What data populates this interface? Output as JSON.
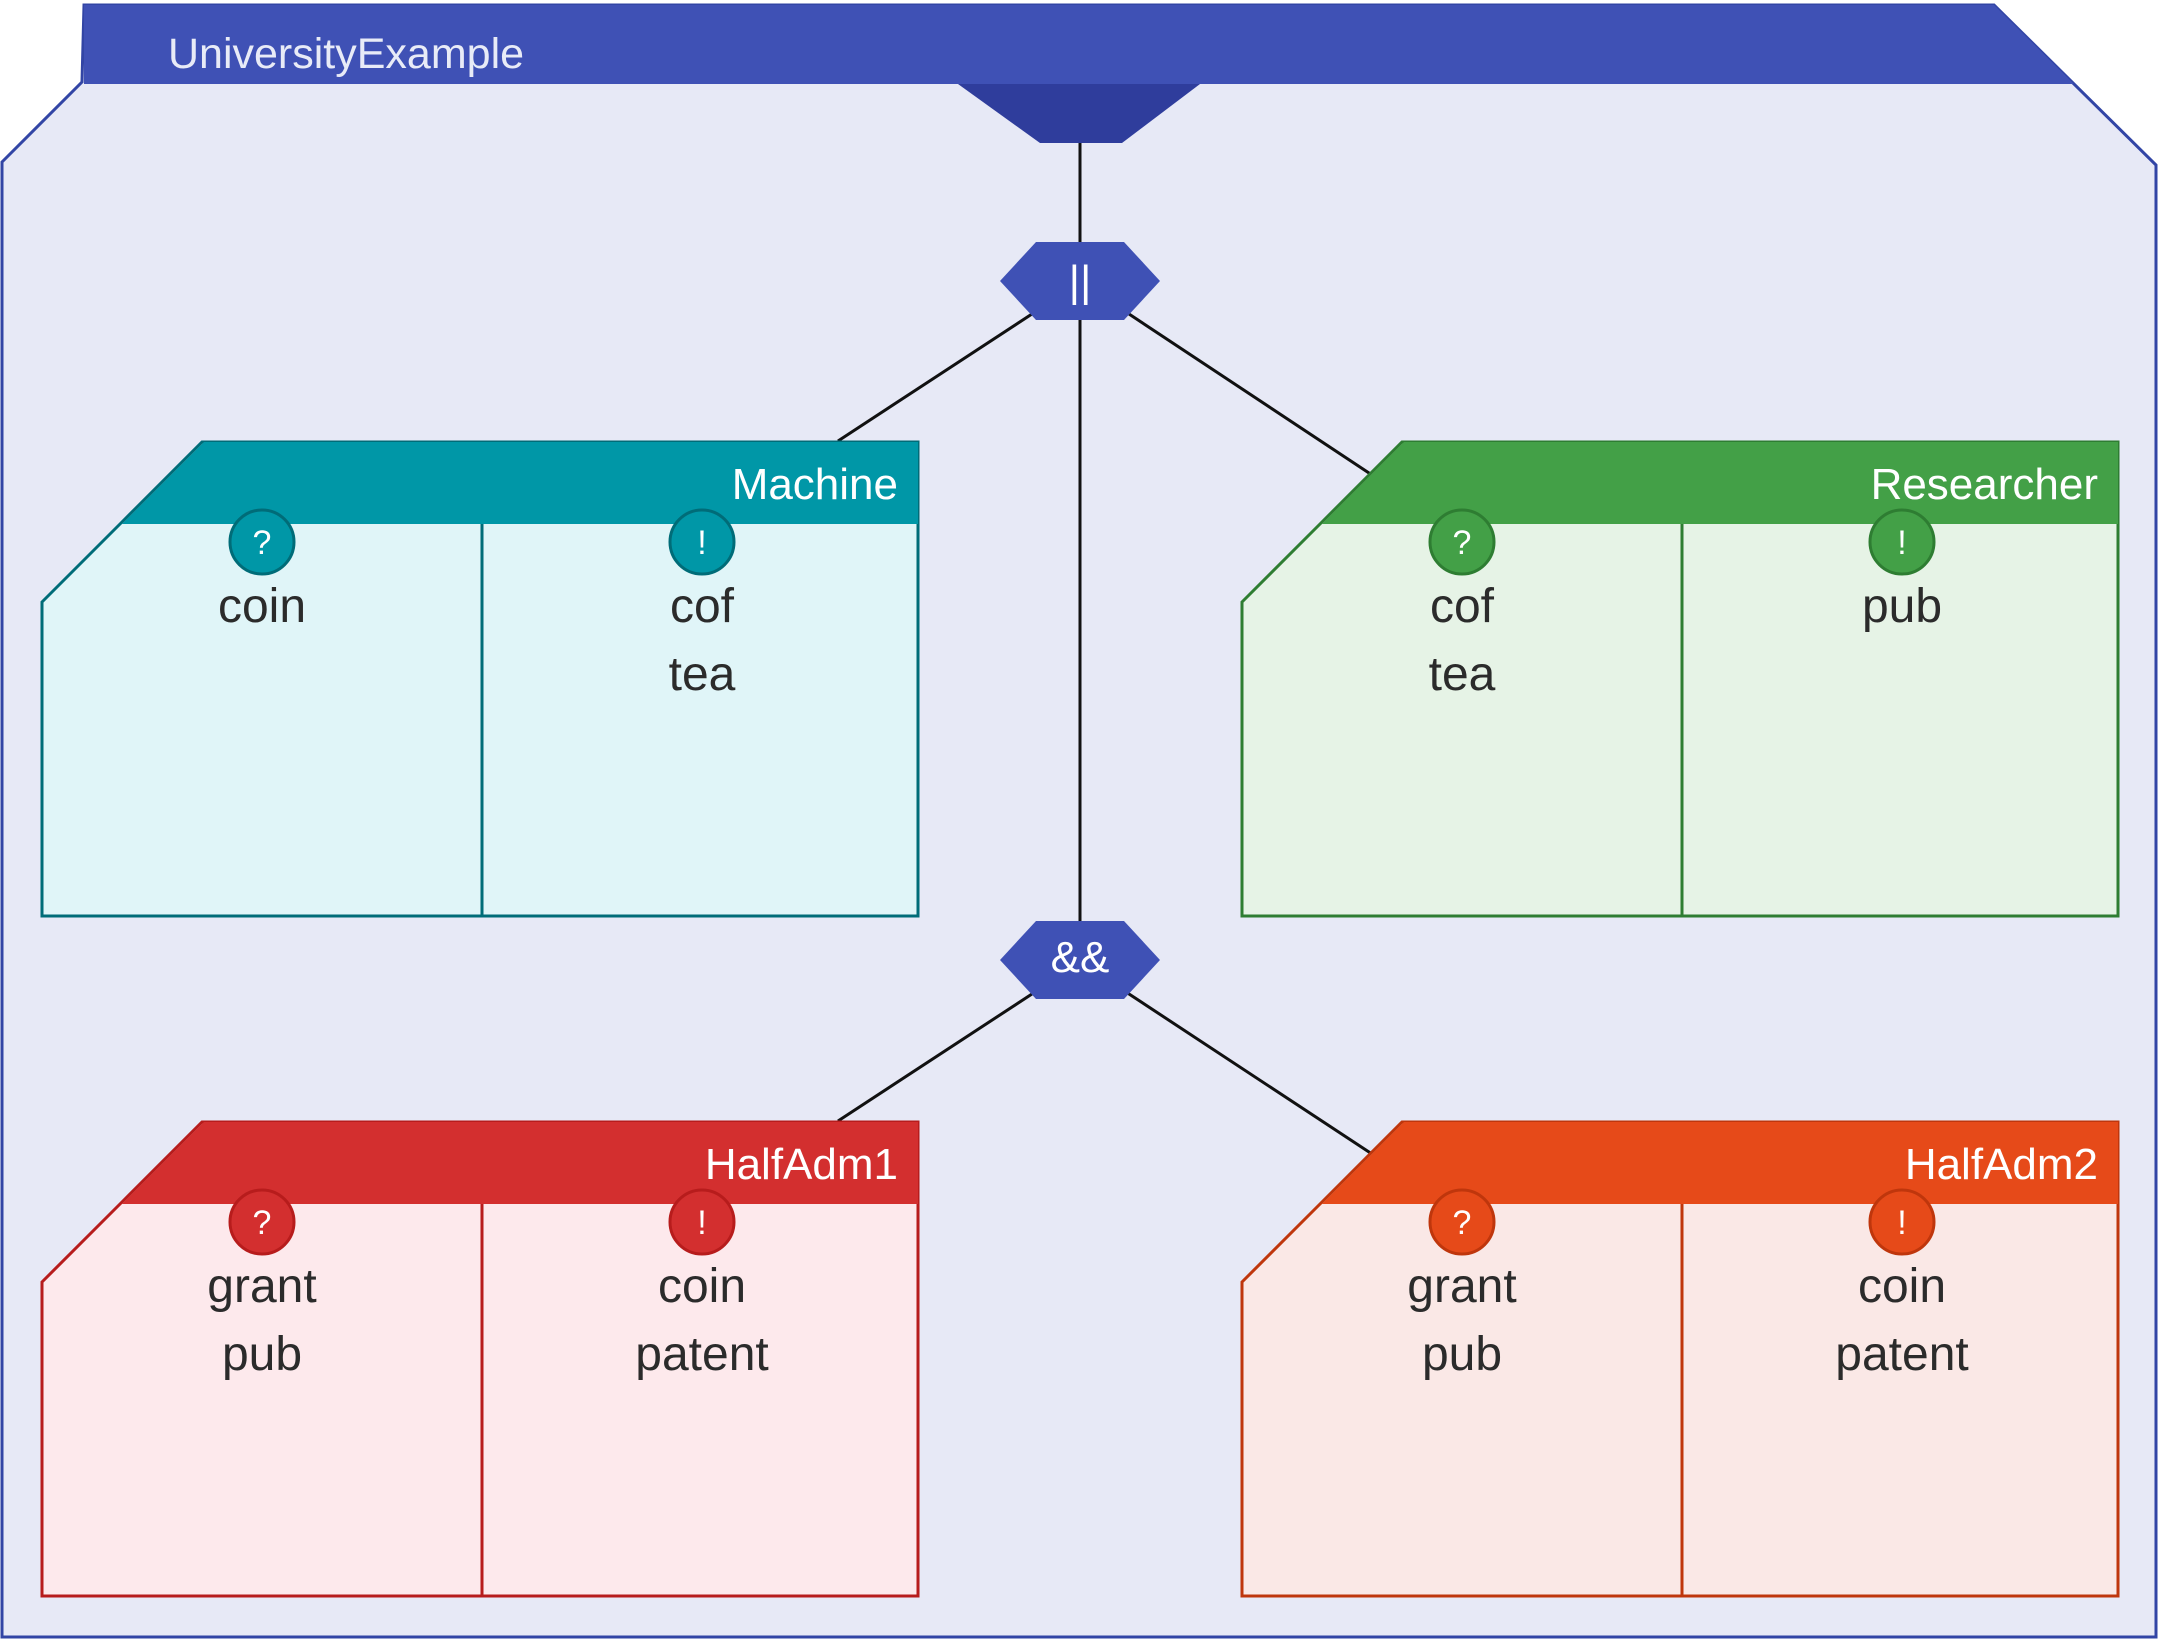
{
  "system": {
    "title": "UniversityExample",
    "colors": {
      "fill": "#e7e9f6",
      "border": "#3245a5",
      "header": "#3f51b5",
      "notch": "#2f3d9c"
    }
  },
  "operators": {
    "parallel": "||",
    "and": "&&",
    "color": "#3f51b5"
  },
  "ports": {
    "input": "?",
    "output": "!"
  },
  "components": {
    "machine": {
      "name": "Machine",
      "colors": {
        "header": "#0097a7",
        "fill": "#e0f5f8",
        "border": "#006c78"
      },
      "inputs": [
        "coin"
      ],
      "outputs": [
        "cof",
        "tea"
      ]
    },
    "researcher": {
      "name": "Researcher",
      "colors": {
        "header": "#43a047",
        "fill": "#e6f3e6",
        "border": "#2e7d32"
      },
      "inputs": [
        "cof",
        "tea"
      ],
      "outputs": [
        "pub"
      ]
    },
    "halfadm1": {
      "name": "HalfAdm1",
      "colors": {
        "header": "#d32f2f",
        "fill": "#fde9ec",
        "border": "#b71c1c"
      },
      "inputs": [
        "grant",
        "pub"
      ],
      "outputs": [
        "coin",
        "patent"
      ]
    },
    "halfadm2": {
      "name": "HalfAdm2",
      "colors": {
        "header": "#e64a19",
        "fill": "#fae8e6",
        "border": "#bf360c"
      },
      "inputs": [
        "grant",
        "pub"
      ],
      "outputs": [
        "coin",
        "patent"
      ]
    }
  }
}
